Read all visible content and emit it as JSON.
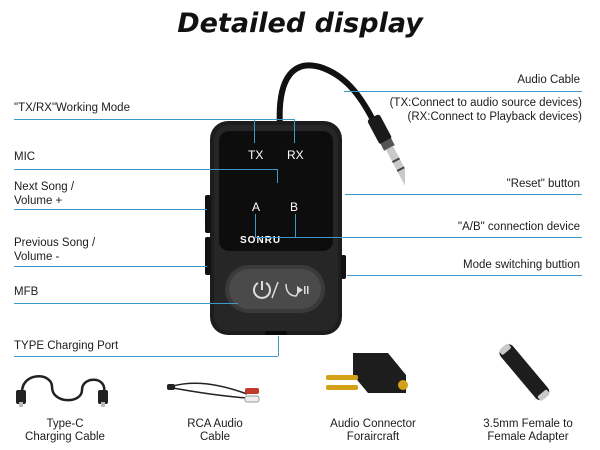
{
  "title": "Detailed display",
  "device": {
    "tx": "TX",
    "rx": "RX",
    "a": "A",
    "b": "B",
    "brand": "SONRU"
  },
  "labels_left": {
    "mode": "\"TX/RX\"Working Mode",
    "mic": "MIC",
    "next_1": "Next Song /",
    "next_2": "Volume +",
    "prev_1": "Previous Song /",
    "prev_2": "Volume -",
    "mfb": "MFB",
    "port": "TYPE Charging Port"
  },
  "labels_right": {
    "cable": "Audio Cable",
    "cable_tx": "(TX:Connect to audio source devices)",
    "cable_rx": "(RX:Connect to Playback devices)",
    "reset": "\"Reset\" button",
    "ab": "\"A/B\" connection device",
    "switch": "Mode switching buttion"
  },
  "accessories": [
    {
      "line1": "Type-C",
      "line2": "Charging Cable"
    },
    {
      "line1": "RCA Audio",
      "line2": "Cable"
    },
    {
      "line1": "Audio Connector",
      "line2": "Foraircraft"
    },
    {
      "line1": "3.5mm Female to",
      "line2": "Female Adapter"
    }
  ],
  "colors": {
    "guide": "#3d98c8",
    "device": "#1d1d1d",
    "led_text": "#ffffff"
  }
}
